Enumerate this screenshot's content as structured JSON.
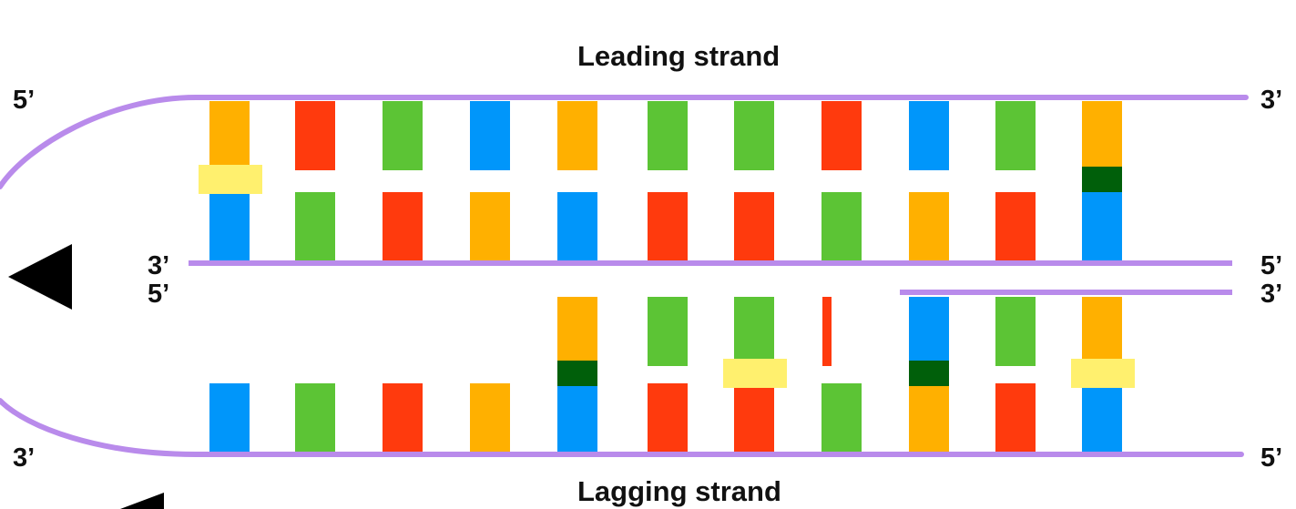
{
  "diagram": {
    "title_top": "Leading strand",
    "title_bottom": "Lagging strand",
    "end_labels": {
      "top_left": "5’",
      "top_right": "3’",
      "mid_left_upper": "3’",
      "mid_left_lower": "5’",
      "mid_right_upper": "5’",
      "mid_right_lower": "3’",
      "bottom_left": "3’",
      "bottom_right": "5’"
    },
    "colors": {
      "backbone": "#B98BEB",
      "orange": "#FFB000",
      "red": "#FF3A0D",
      "green": "#5CC435",
      "blue": "#0096FA",
      "yellow_marker": "#FFF06E",
      "dark_green_marker": "#005F0A",
      "arrow": "#000000"
    },
    "upper_duplex": {
      "top_row": [
        "orange",
        "red",
        "green",
        "blue",
        "orange",
        "green",
        "green",
        "red",
        "blue",
        "green",
        "orange"
      ],
      "bottom_row": [
        "blue",
        "green",
        "red",
        "orange",
        "blue",
        "red",
        "red",
        "green",
        "orange",
        "red",
        "blue"
      ],
      "markers": [
        {
          "pair": 1,
          "type": "yellow_marker"
        },
        {
          "pair": 11,
          "type": "dark_green_marker"
        }
      ]
    },
    "lower_duplex": {
      "top_row": [
        null,
        null,
        null,
        null,
        "orange",
        "green",
        "green",
        "red",
        "blue",
        "green",
        "orange"
      ],
      "bottom_row": [
        "blue",
        "green",
        "red",
        "orange",
        "blue",
        "red",
        "red",
        "green",
        "orange",
        "red",
        "blue"
      ],
      "markers": [
        {
          "pair": 5,
          "type": "dark_green_marker"
        },
        {
          "pair": 7,
          "type": "yellow_marker"
        },
        {
          "pair": 9,
          "type": "dark_green_marker"
        },
        {
          "pair": 11,
          "type": "yellow_marker"
        }
      ]
    }
  }
}
